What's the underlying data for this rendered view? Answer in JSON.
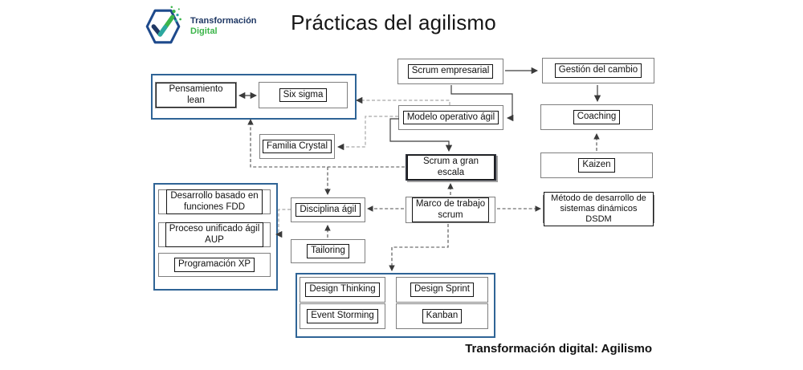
{
  "header": {
    "logo": {
      "line1": "Transformación",
      "line2": "Digital"
    },
    "title": "Prácticas del agilismo"
  },
  "footer": {
    "caption": "Transformación digital: Agilismo"
  },
  "diagram": {
    "highlighted_node": "Scrum a gran escala",
    "nodes": {
      "pensamiento_lean": "Pensamiento lean",
      "six_sigma": "Six sigma",
      "scrum_empresarial": "Scrum empresarial",
      "gestion_cambio": "Gestión del cambio",
      "modelo_operativo": "Modelo operativo ágil",
      "coaching": "Coaching",
      "kaizen": "Kaizen",
      "familia_crystal": "Familia Crystal",
      "scrum_gran_escala": "Scrum a gran escala",
      "disciplina_agil": "Disciplina ágil",
      "marco_trabajo": "Marco de trabajo\nscrum",
      "dsdm": "Método de desarrollo de\nsistemas dinámicos DSDM",
      "fdd": "Desarrollo basado en\nfunciones FDD",
      "aup": "Proceso unificado ágil\nAUP",
      "xp": "Programación XP",
      "tailoring": "Tailoring",
      "design_thinking": "Design Thinking",
      "design_sprint": "Design Sprint",
      "event_storming": "Event Storming",
      "kanban": "Kanban"
    }
  },
  "colors": {
    "container_border": "#2f6496",
    "box_border": "#7f7f7f",
    "label_border": "#141414",
    "highlight_fill": "#444ccc",
    "logo_navy": "#1f3864",
    "logo_green": "#3cb54a",
    "connector_dark": "#4d4d4d",
    "connector_light": "#a8a8a8"
  }
}
